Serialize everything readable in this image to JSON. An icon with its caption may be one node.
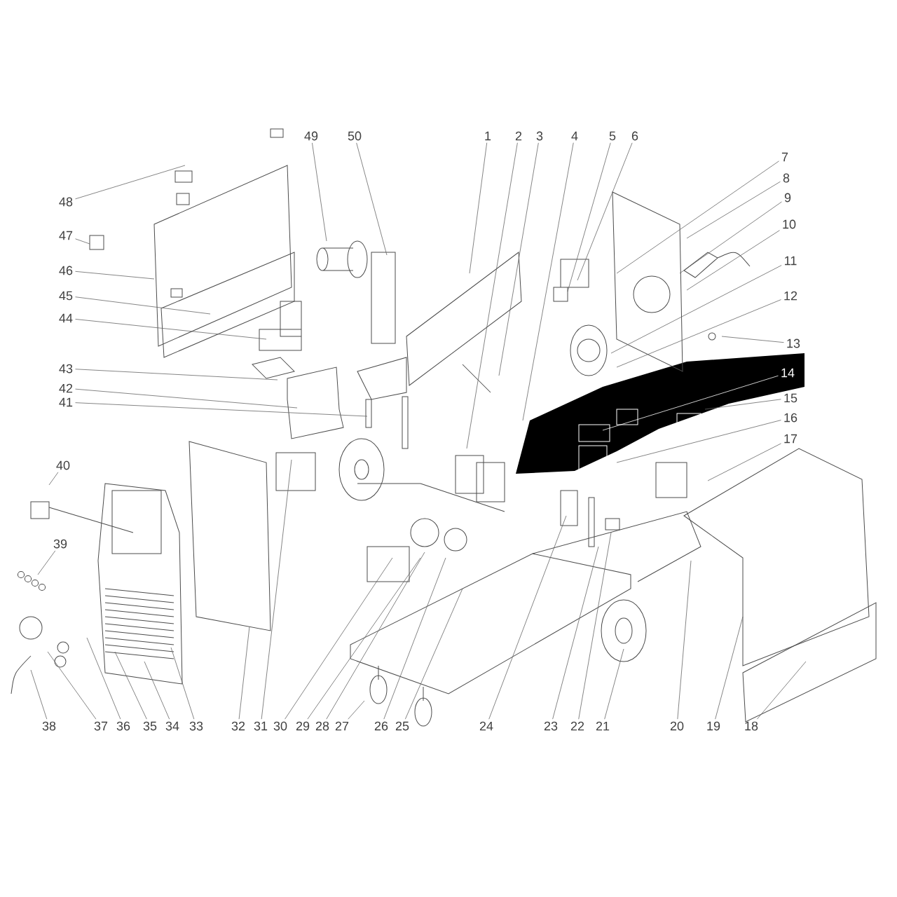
{
  "diagram": {
    "nodes": [
      {
        "text": [
          "1"
        ]
      },
      {
        "text": [
          "2"
        ]
      },
      {
        "text": [
          "3"
        ]
      },
      {
        "text": [
          "4"
        ]
      },
      {
        "text": [
          "5"
        ]
      },
      {
        "text": [
          "6"
        ]
      },
      {
        "text": [
          "7"
        ]
      },
      {
        "text": [
          "8"
        ]
      },
      {
        "text": [
          "9"
        ]
      },
      {
        "text": [
          "10"
        ]
      },
      {
        "text": [
          "11"
        ]
      },
      {
        "text": [
          "12"
        ]
      },
      {
        "text": [
          "13"
        ]
      },
      {
        "text": [
          "14"
        ]
      },
      {
        "text": [
          "15"
        ]
      },
      {
        "text": [
          "16"
        ]
      },
      {
        "text": [
          "17"
        ]
      },
      {
        "text": [
          "18"
        ]
      },
      {
        "text": [
          "19"
        ]
      },
      {
        "text": [
          "20"
        ]
      },
      {
        "text": [
          "21"
        ]
      },
      {
        "text": [
          "22"
        ]
      },
      {
        "text": [
          "23"
        ]
      },
      {
        "text": [
          "24"
        ]
      },
      {
        "text": [
          "25"
        ]
      },
      {
        "text": [
          "26"
        ]
      },
      {
        "text": [
          "27"
        ]
      },
      {
        "text": [
          "28"
        ]
      },
      {
        "text": [
          "29"
        ]
      },
      {
        "text": [
          "30"
        ]
      },
      {
        "text": [
          "31"
        ]
      },
      {
        "text": [
          "32"
        ]
      },
      {
        "text": [
          "33"
        ]
      },
      {
        "text": [
          "34"
        ]
      },
      {
        "text": [
          "35"
        ]
      },
      {
        "text": [
          "36"
        ]
      },
      {
        "text": [
          "37"
        ]
      },
      {
        "text": [
          "38"
        ]
      },
      {
        "text": [
          "39"
        ]
      },
      {
        "text": [
          "40"
        ]
      },
      {
        "text": [
          "41"
        ]
      },
      {
        "text": [
          "42"
        ]
      },
      {
        "text": [
          "43"
        ]
      },
      {
        "text": [
          "44"
        ]
      },
      {
        "text": [
          "45"
        ]
      },
      {
        "text": [
          "46"
        ]
      },
      {
        "text": [
          "47"
        ]
      },
      {
        "text": [
          "48"
        ]
      },
      {
        "text": [
          "49"
        ]
      },
      {
        "text": [
          "50"
        ]
      }
    ],
    "edges": [
      {
        "from": 0,
        "to": null,
        "arrow": "none"
      },
      {
        "from": 1,
        "to": null,
        "arrow": "none"
      },
      {
        "from": 2,
        "to": null,
        "arrow": "none"
      },
      {
        "from": 3,
        "to": null,
        "arrow": "none"
      },
      {
        "from": 4,
        "to": null,
        "arrow": "none"
      },
      {
        "from": 5,
        "to": null,
        "arrow": "none"
      },
      {
        "from": 6,
        "to": null,
        "arrow": "none"
      },
      {
        "from": 7,
        "to": null,
        "arrow": "none"
      },
      {
        "from": 8,
        "to": null,
        "arrow": "none"
      },
      {
        "from": 9,
        "to": null,
        "arrow": "none"
      },
      {
        "from": 10,
        "to": null,
        "arrow": "none"
      },
      {
        "from": 11,
        "to": null,
        "arrow": "none"
      },
      {
        "from": 12,
        "to": null,
        "arrow": "none"
      },
      {
        "from": 13,
        "to": null,
        "arrow": "none",
        "color": "#ffffff"
      },
      {
        "from": 14,
        "to": null,
        "arrow": "none"
      },
      {
        "from": 15,
        "to": null,
        "arrow": "none"
      },
      {
        "from": 16,
        "to": null,
        "arrow": "none"
      },
      {
        "from": 17,
        "to": null,
        "arrow": "none"
      },
      {
        "from": 18,
        "to": null,
        "arrow": "none"
      },
      {
        "from": 19,
        "to": null,
        "arrow": "none"
      },
      {
        "from": 20,
        "to": null,
        "arrow": "none"
      },
      {
        "from": 21,
        "to": null,
        "arrow": "none"
      },
      {
        "from": 22,
        "to": null,
        "arrow": "none"
      },
      {
        "from": 23,
        "to": null,
        "arrow": "none"
      },
      {
        "from": 24,
        "to": null,
        "arrow": "none"
      },
      {
        "from": 25,
        "to": null,
        "arrow": "none"
      },
      {
        "from": 26,
        "to": null,
        "arrow": "none"
      },
      {
        "from": 27,
        "to": null,
        "arrow": "none"
      },
      {
        "from": 28,
        "to": null,
        "arrow": "none"
      },
      {
        "from": 29,
        "to": null,
        "arrow": "none"
      },
      {
        "from": 30,
        "to": null,
        "arrow": "none"
      },
      {
        "from": 31,
        "to": null,
        "arrow": "none"
      },
      {
        "from": 32,
        "to": null,
        "arrow": "none"
      },
      {
        "from": 33,
        "to": null,
        "arrow": "none"
      },
      {
        "from": 34,
        "to": null,
        "arrow": "none"
      },
      {
        "from": 35,
        "to": null,
        "arrow": "none"
      },
      {
        "from": 36,
        "to": null,
        "arrow": "none"
      },
      {
        "from": 37,
        "to": null,
        "arrow": "none"
      },
      {
        "from": 38,
        "to": null,
        "arrow": "none"
      },
      {
        "from": 39,
        "to": null,
        "arrow": "none"
      },
      {
        "from": 40,
        "to": null,
        "arrow": "none"
      },
      {
        "from": 41,
        "to": null,
        "arrow": "none"
      },
      {
        "from": 42,
        "to": null,
        "arrow": "none"
      },
      {
        "from": 43,
        "to": null,
        "arrow": "none"
      },
      {
        "from": 44,
        "to": null,
        "arrow": "none"
      },
      {
        "from": 45,
        "to": null,
        "arrow": "none"
      },
      {
        "from": 46,
        "to": null,
        "arrow": "none"
      },
      {
        "from": 47,
        "to": null,
        "arrow": "none"
      },
      {
        "from": 48,
        "to": null,
        "arrow": "none"
      },
      {
        "from": 49,
        "to": null,
        "arrow": "none"
      }
    ]
  }
}
